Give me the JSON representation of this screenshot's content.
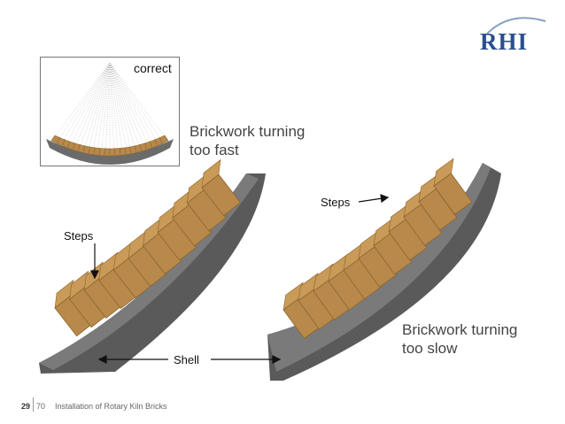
{
  "logo": {
    "text": "RHI"
  },
  "inset": {
    "label": "correct"
  },
  "labels": {
    "fast_line1": "Brickwork turning",
    "fast_line2": "too fast",
    "slow_line1": "Brickwork turning",
    "slow_line2": "too slow",
    "steps_left": "Steps",
    "steps_right": "Steps",
    "shell": "Shell"
  },
  "footer": {
    "page": "29",
    "total": "70",
    "title": "Installation of Rotary Kiln Bricks"
  },
  "colors": {
    "brick": "#b8894a",
    "brick_dark": "#8a6530",
    "shell": "#6b6b6b",
    "shell_dark": "#4a4a4a",
    "logo": "#2a4f8f"
  }
}
